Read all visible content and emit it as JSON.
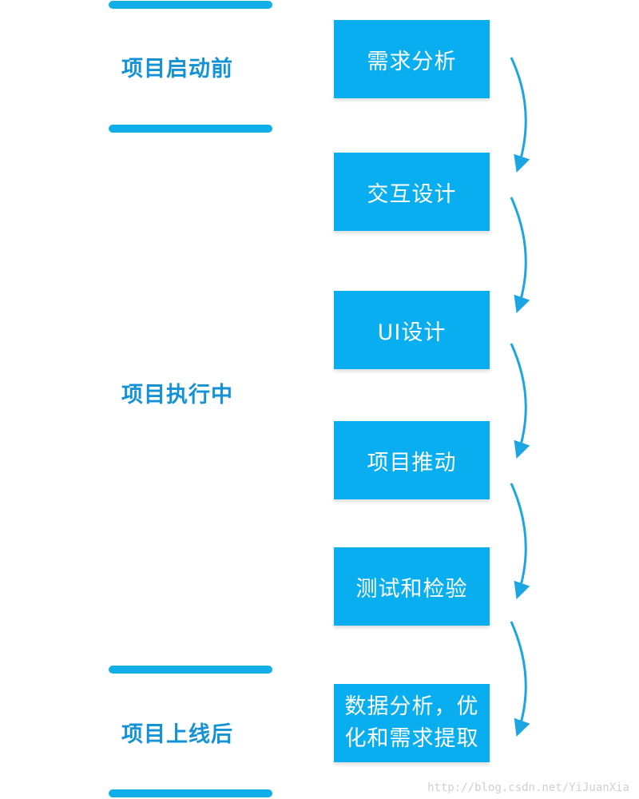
{
  "phases": [
    {
      "label": "项目启动前"
    },
    {
      "label": "项目执行中"
    },
    {
      "label": "项目上线后"
    }
  ],
  "steps": [
    {
      "label": "需求分析"
    },
    {
      "label": "交互设计"
    },
    {
      "label": "UI设计"
    },
    {
      "label": "项目推动"
    },
    {
      "label": "测试和检验"
    },
    {
      "label": "数据分析，优化和需求提取"
    }
  ],
  "watermark": "http://blog.csdn.net/YiJuanXia",
  "colors": {
    "box": "#08aef0",
    "divider": "#12aee9",
    "phase_text": "#1392d6",
    "arrow": "#1ba6e3"
  }
}
